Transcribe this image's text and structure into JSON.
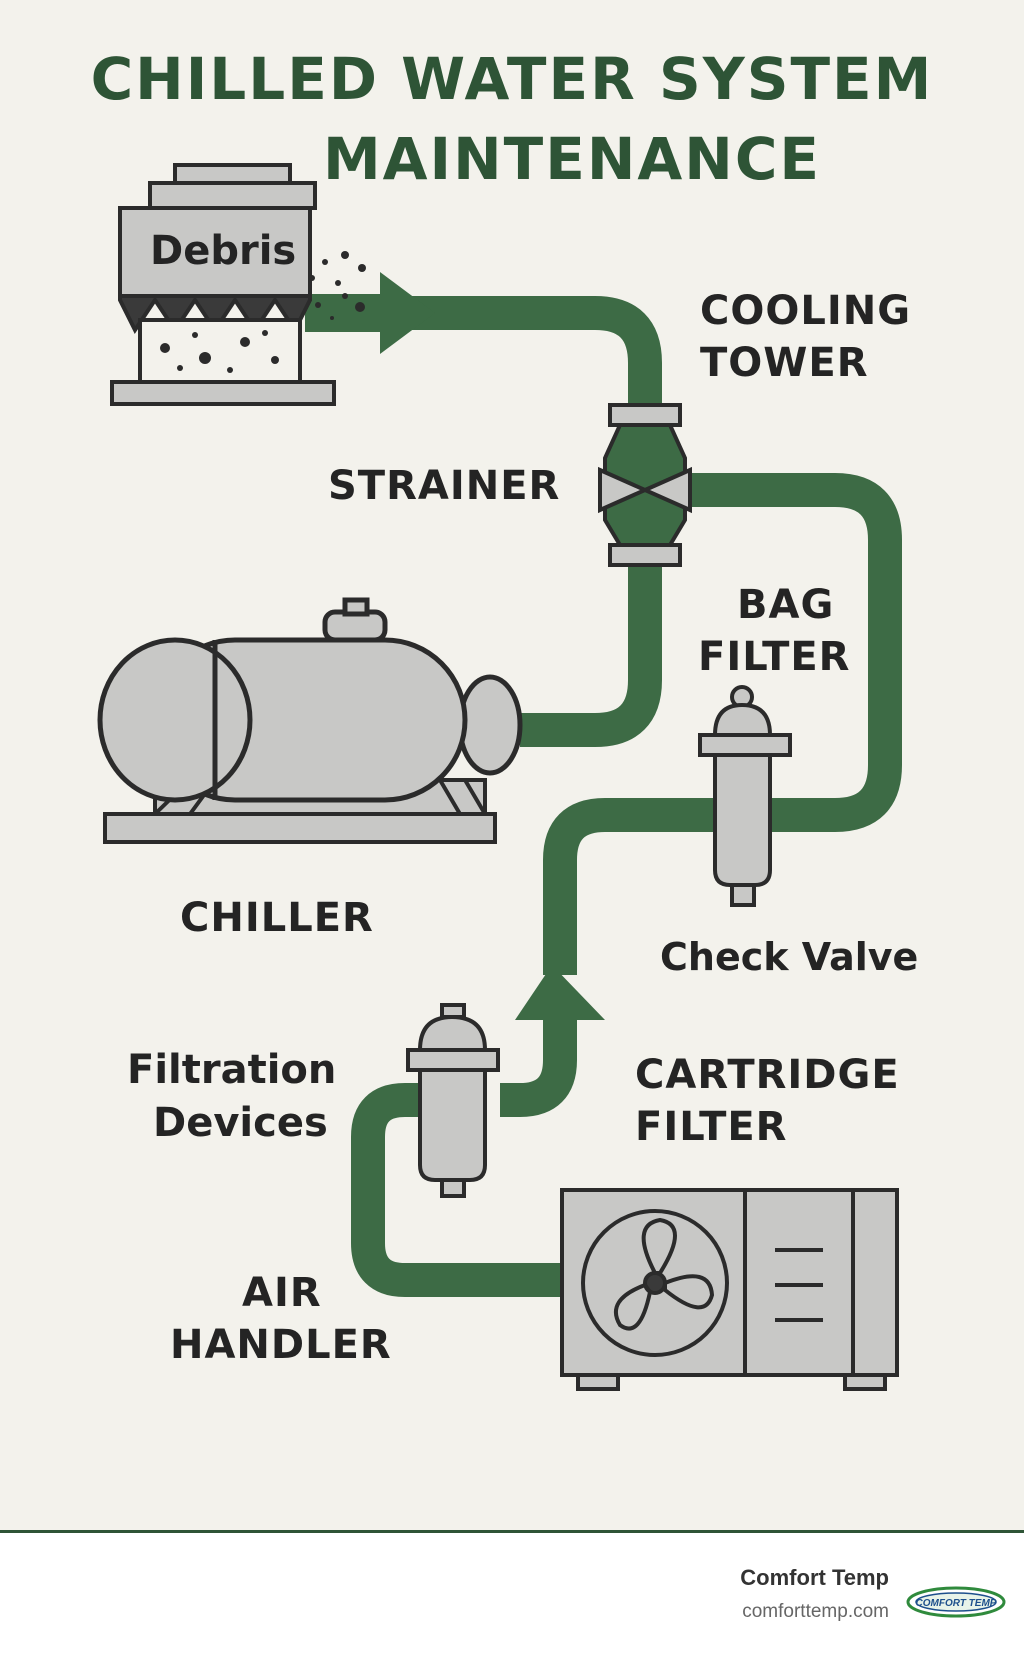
{
  "title": {
    "line1": "CHILLED WATER SYSTEM",
    "line2": "MAINTENANCE"
  },
  "labels": {
    "debris": "Debris",
    "cooling_tower_1": "COOLING",
    "cooling_tower_2": "TOWER",
    "strainer": "STRAINER",
    "bag_filter_1": "BAG",
    "bag_filter_2": "FILTER",
    "chiller": "CHILLER",
    "check_valve": "Check Valve",
    "filtration_1": "Filtration",
    "filtration_2": "Devices",
    "cartridge_1": "CARTRIDGE",
    "cartridge_2": "FILTER",
    "air_handler_1": "AIR",
    "air_handler_2": "HANDLER"
  },
  "footer": {
    "brand": "Comfort Temp",
    "url": "comforttemp.com",
    "logo_text": "COMFORT TEMP"
  },
  "colors": {
    "pipe": "#3d6b45",
    "title": "#2e5436",
    "equipment_fill": "#c8c8c6",
    "outline": "#2b2b2b",
    "background": "#f3f2ec"
  }
}
